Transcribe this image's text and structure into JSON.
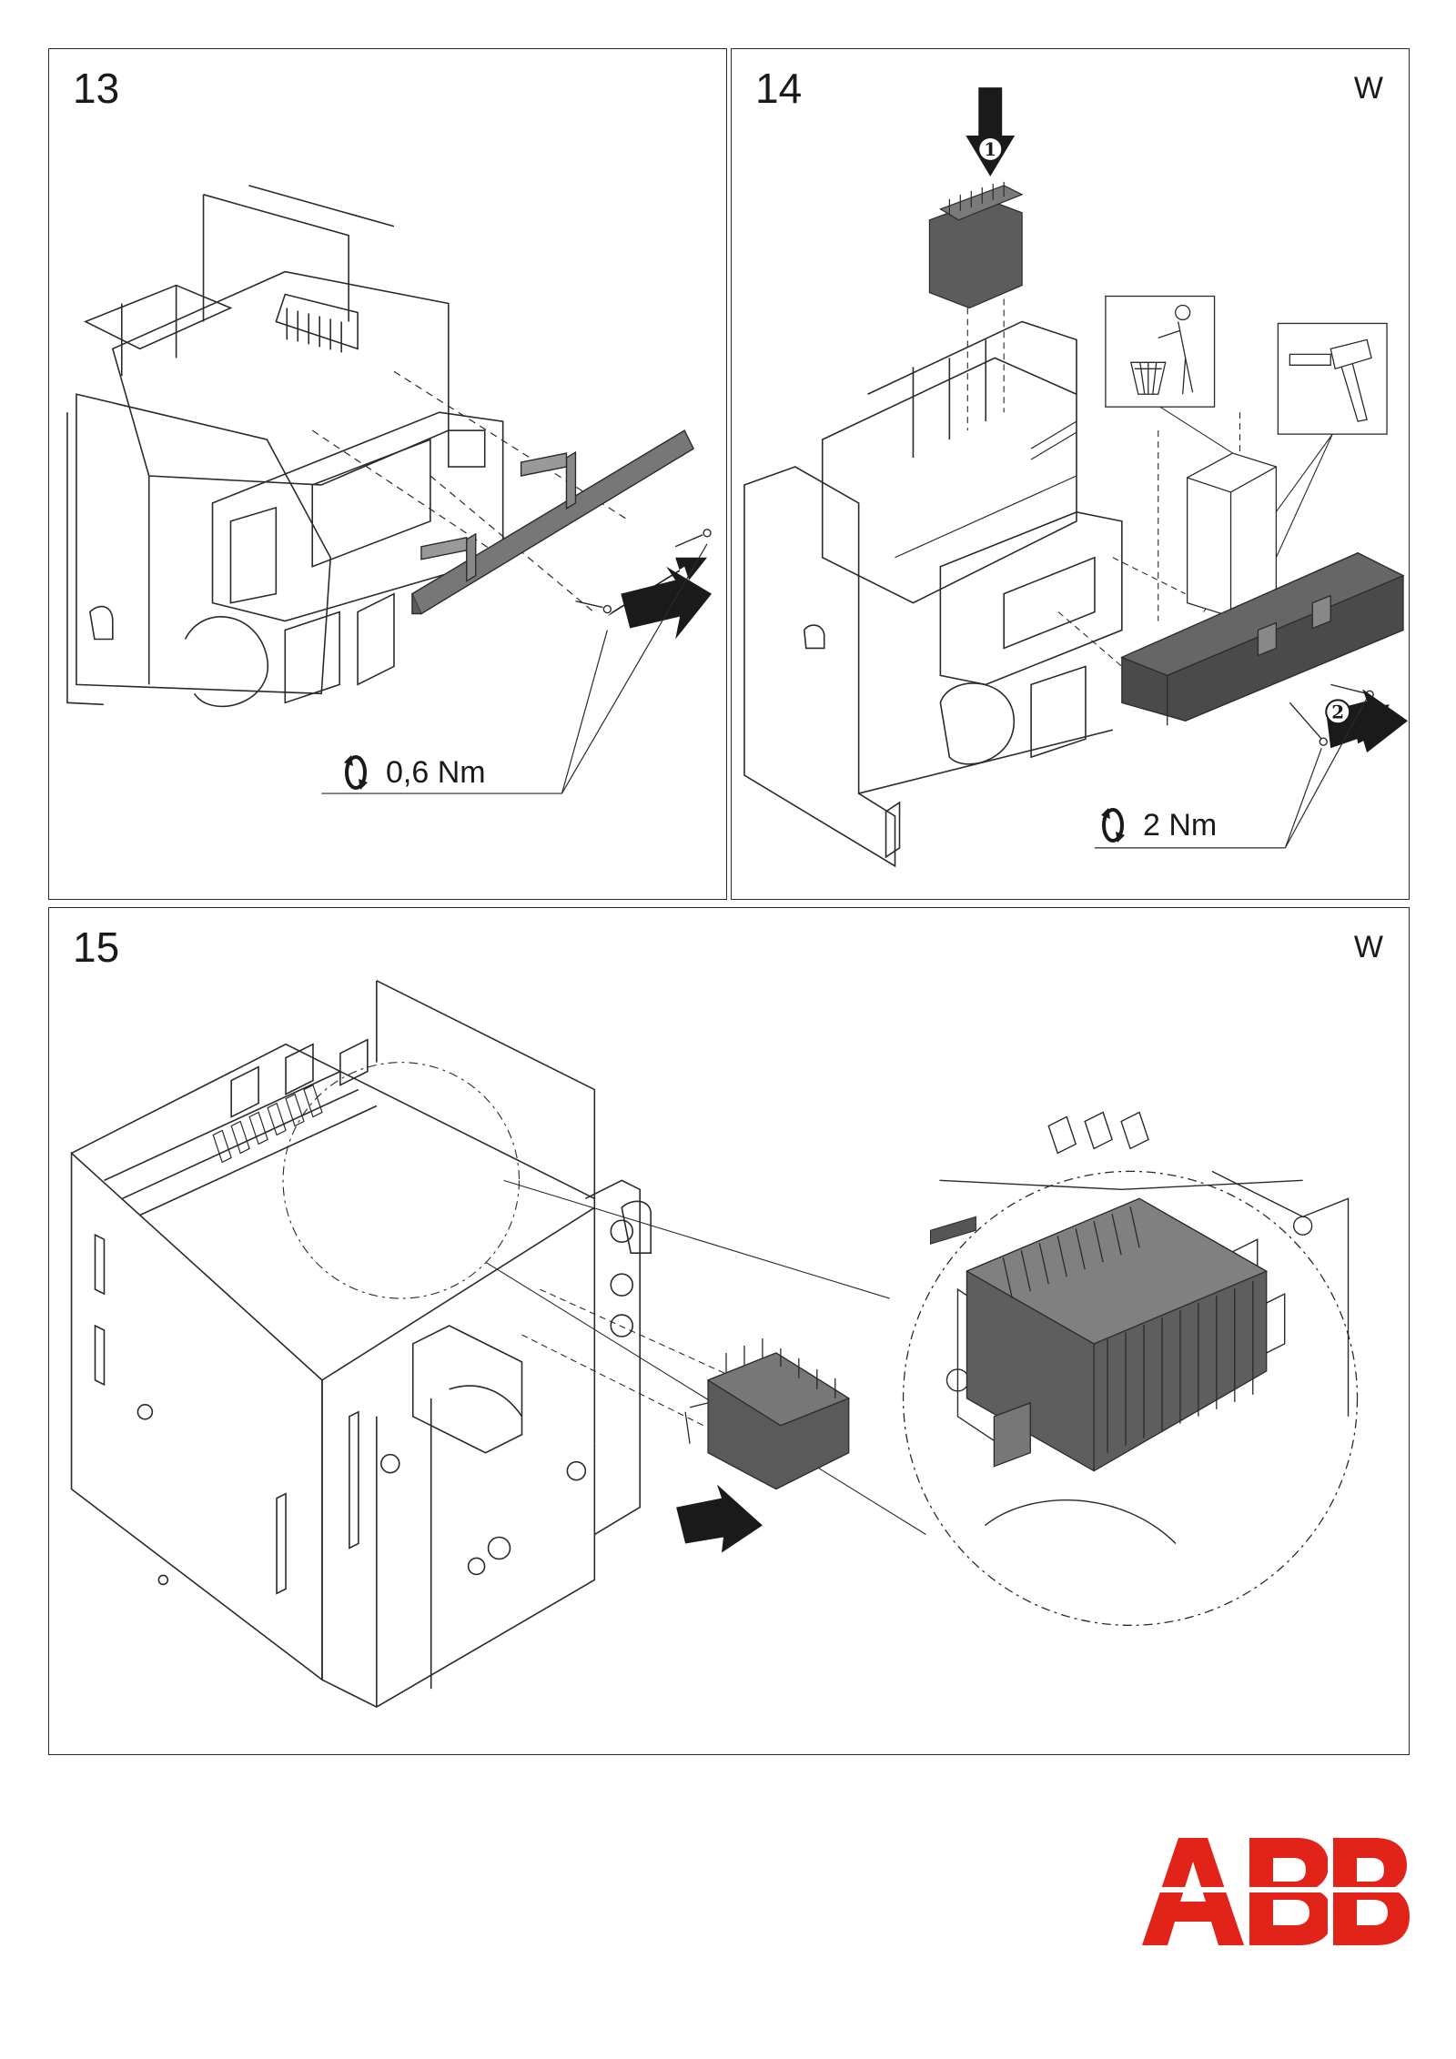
{
  "panels": {
    "p13": {
      "step": "13",
      "torque": "0,6 Nm"
    },
    "p14": {
      "step": "14",
      "variant": "W",
      "torque": "2 Nm",
      "callouts": [
        "1",
        "2"
      ]
    },
    "p15": {
      "step": "15",
      "variant": "W"
    }
  },
  "logo": {
    "text": "ABB",
    "color": "#e2231a"
  },
  "colors": {
    "line": "#2a2a2a",
    "part_fill": "#6f6f6f",
    "arrow": "#1a1a1a",
    "logo_red": "#e2231a"
  }
}
